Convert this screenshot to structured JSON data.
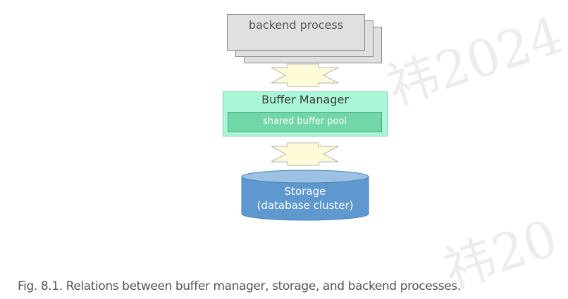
{
  "process": {
    "label": "backend process"
  },
  "buffer_manager": {
    "label": "Buffer Manager",
    "pool_label": "shared buffer pool"
  },
  "storage": {
    "line1": "Storage",
    "line2": "(database cluster)"
  },
  "caption": "Fig. 8.1. Relations between buffer manager, storage, and backend processes.",
  "watermark": {
    "text1": "祎2024",
    "text2": "祎20"
  },
  "colors": {
    "process_fill": "#e0e0e0",
    "arrow_fill": "#fefcd8",
    "buffer_manager_fill": "#a9f7d7",
    "pool_fill": "#71d6a8",
    "storage_fill": "#5f97cf",
    "storage_top": "#9cc1e3"
  }
}
